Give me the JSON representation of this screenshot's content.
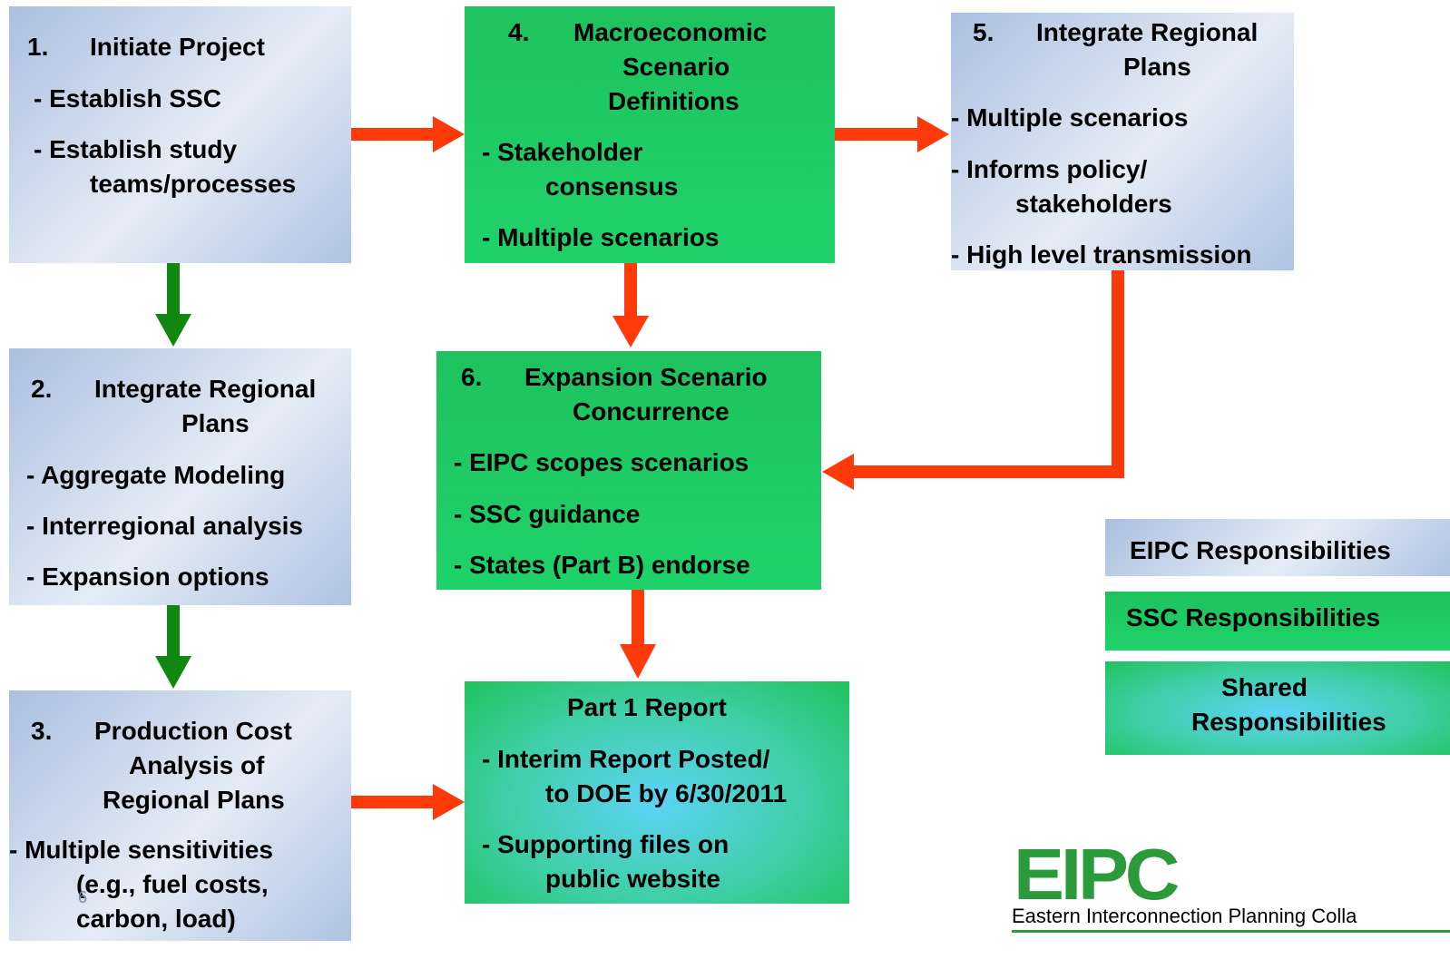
{
  "box1": {
    "num": "1.",
    "title": "Initiate Project",
    "items": [
      "- Establish SSC",
      "- Establish study",
      "teams/processes"
    ]
  },
  "box2": {
    "num": "2.",
    "title1": "Integrate Regional",
    "title2": "Plans",
    "items": [
      "- Aggregate Modeling",
      "- Interregional analysis",
      "- Expansion options"
    ]
  },
  "box3": {
    "num": "3.",
    "title1": "Production Cost",
    "title2": "Analysis of",
    "title3": "Regional Plans",
    "items": [
      "- Multiple sensitivities",
      "(e.g., fuel costs,",
      "carbon, load)"
    ],
    "page_number": "6"
  },
  "box4": {
    "num": "4.",
    "title1": "Macroeconomic",
    "title2": "Scenario",
    "title3": "Definitions",
    "items": [
      "- Stakeholder",
      "consensus",
      "- Multiple scenarios"
    ]
  },
  "box5": {
    "num": "5.",
    "title1": "Integrate Regional",
    "title2": "Plans",
    "items": [
      "- Multiple scenarios",
      "- Informs policy/",
      "stakeholders",
      "- High level transmission"
    ]
  },
  "box6": {
    "num": "6.",
    "title1": "Expansion Scenario",
    "title2": "Concurrence",
    "items": [
      "- EIPC scopes scenarios",
      "- SSC guidance",
      "- States (Part B) endorse"
    ]
  },
  "report": {
    "title": "Part 1 Report",
    "items": [
      "- Interim Report Posted/",
      "to DOE by 6/30/2011",
      "- Supporting files on",
      "public website"
    ]
  },
  "legend": {
    "eipc": "EIPC Responsibilities",
    "ssc": "SSC Responsibilities",
    "shared1": "Shared",
    "shared2": "Responsibilities"
  },
  "logo": {
    "mark": "EIPC",
    "text": "Eastern Interconnection Planning Colla"
  },
  "colors": {
    "red_arrow": "#ff3a0a",
    "green_arrow": "#108810",
    "logo_green": "#2a9a3a"
  }
}
